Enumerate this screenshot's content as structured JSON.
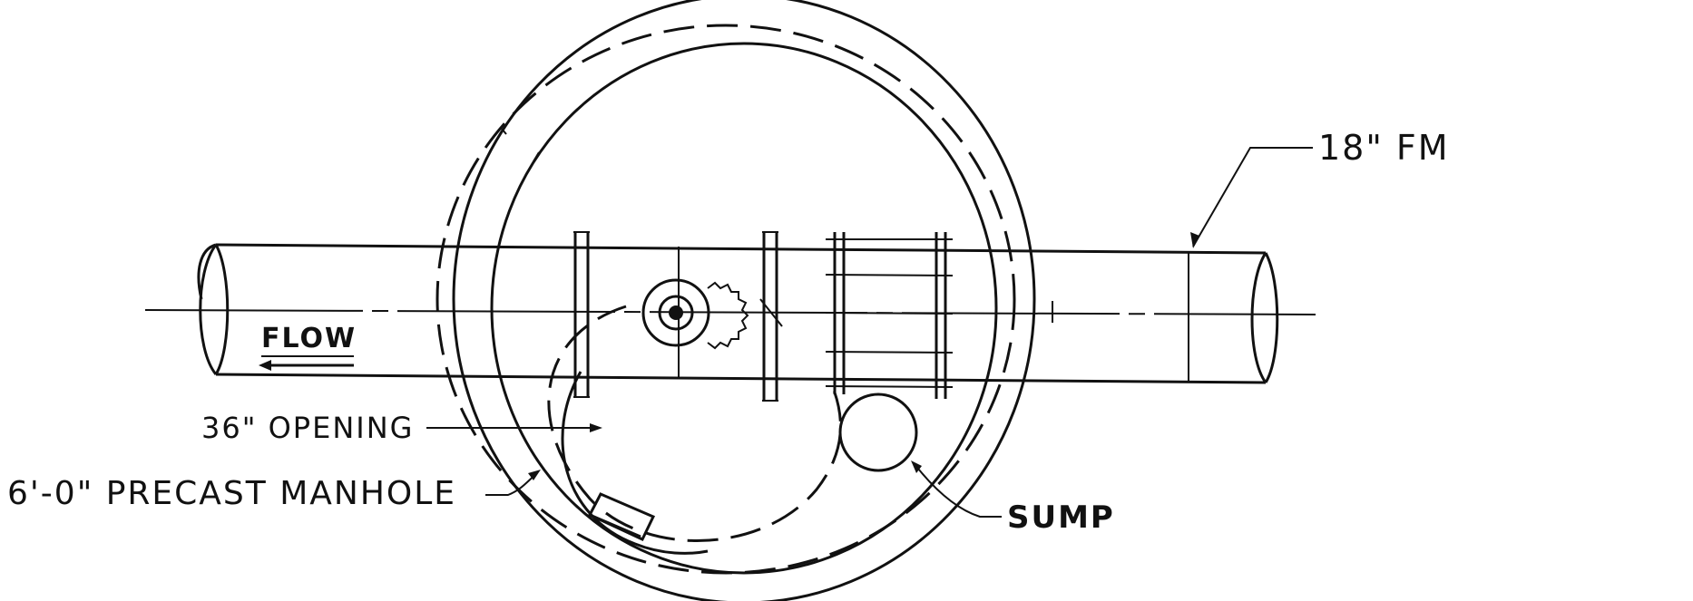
{
  "labels": {
    "pipe": "18\" FM",
    "flow": "FLOW",
    "opening": "36\" OPENING",
    "manhole": "6'-0\" PRECAST MANHOLE",
    "sump": "SUMP"
  }
}
